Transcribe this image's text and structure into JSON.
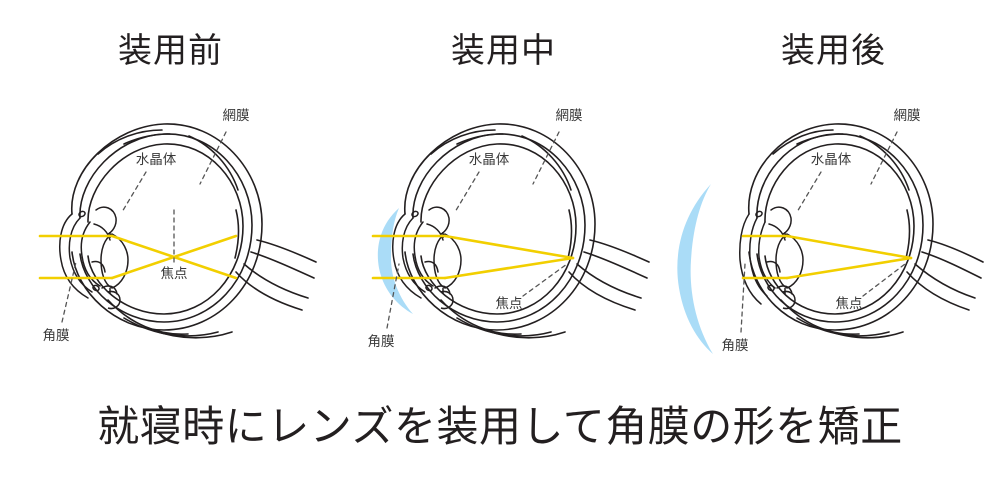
{
  "diagram": {
    "type": "medical-illustration",
    "subject": "orthokeratology-eye-cross-section",
    "caption": "就寝時にレンズを装用して角膜の形を矯正",
    "colors": {
      "light_ray": "#f2cf00",
      "lens_blue": "#aadcf7",
      "outline": "#231f20",
      "label_text": "#3a3a3a",
      "background": "#ffffff"
    },
    "panels": [
      {
        "id": "before",
        "title": "装用前",
        "labels": {
          "retina": "網膜",
          "crystalline_lens": "水晶体",
          "focal_point": "焦点",
          "cornea": "角膜"
        },
        "contact_lens_state": "none",
        "focus_location": "in-front-of-retina"
      },
      {
        "id": "during",
        "title": "装用中",
        "labels": {
          "retina": "網膜",
          "crystalline_lens": "水晶体",
          "focal_point": "焦点",
          "cornea": "角膜"
        },
        "contact_lens_state": "on-cornea",
        "focus_location": "on-retina"
      },
      {
        "id": "after",
        "title": "装用後",
        "labels": {
          "retina": "網膜",
          "crystalline_lens": "水晶体",
          "focal_point": "焦点",
          "cornea": "角膜"
        },
        "contact_lens_state": "removed",
        "focus_location": "on-retina"
      }
    ]
  }
}
